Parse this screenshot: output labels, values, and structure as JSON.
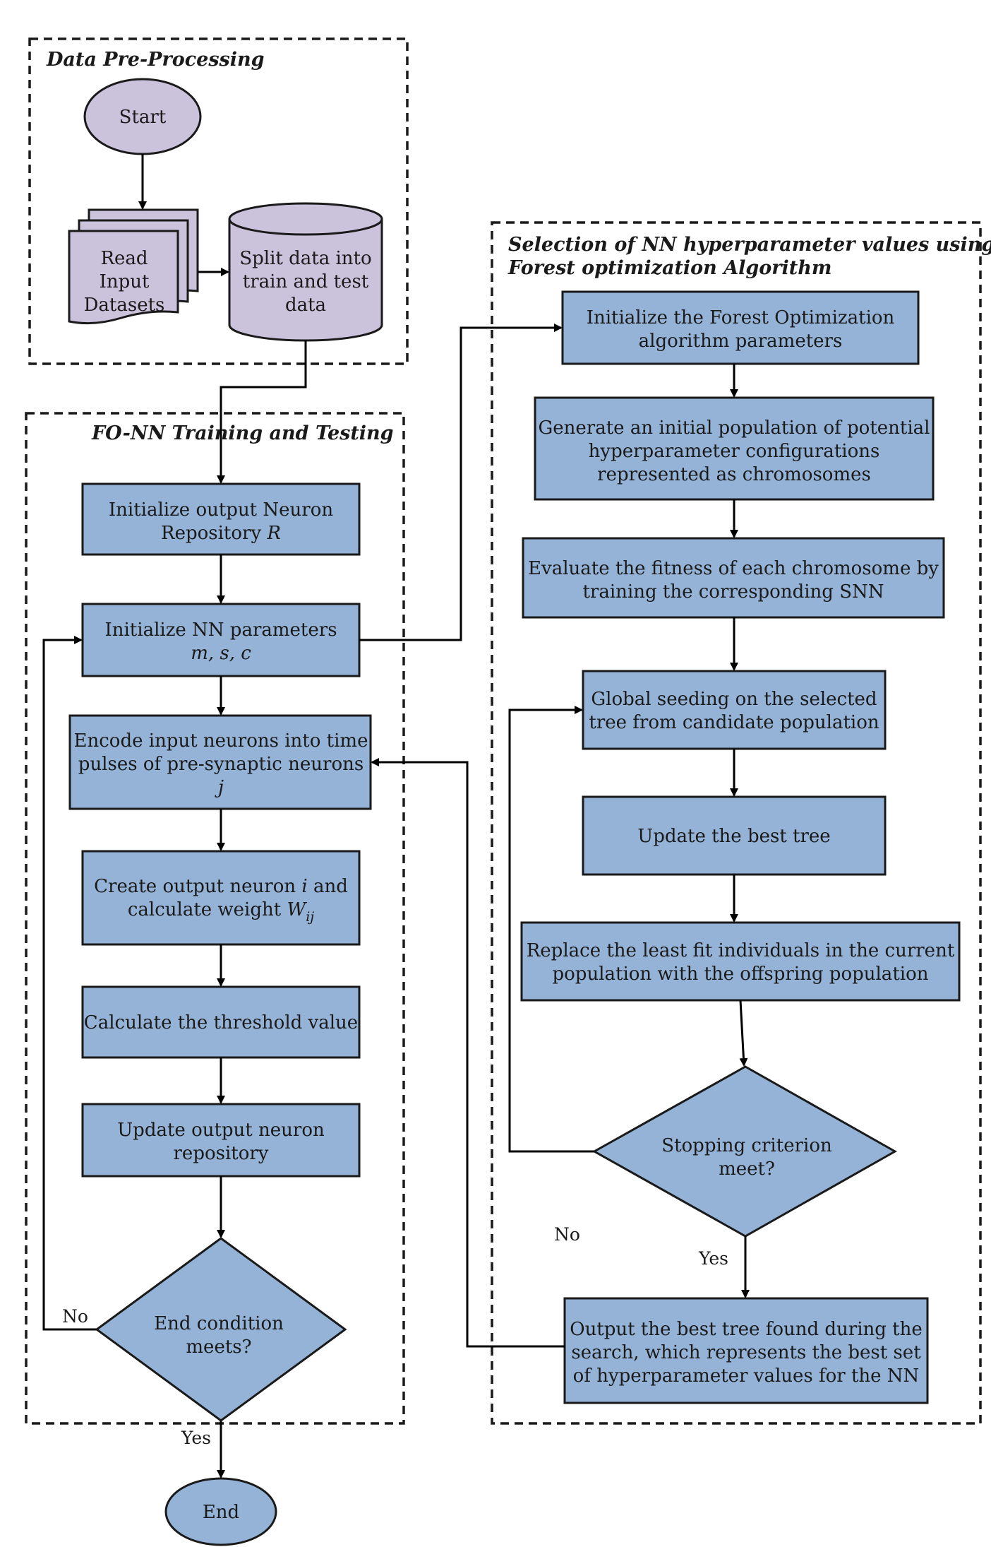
{
  "groups": {
    "preprocessing": "Data Pre-Processing",
    "training": "FO-NN Training and Testing",
    "selection_line1": "Selection of NN hyperparameter values using",
    "selection_line2": "Forest optimization Algorithm"
  },
  "preprocessing": {
    "start": "Start",
    "read_line1": "Read",
    "read_line2": "Input",
    "read_line3": "Datasets",
    "split_line1": "Split data into",
    "split_line2": "train and test",
    "split_line3": "data"
  },
  "training": {
    "init_repo_line1": "Initialize output Neuron",
    "init_repo_line2": "Repository",
    "init_repo_var": "R",
    "init_nn_line1": "Initialize NN parameters",
    "init_nn_line2": "m, s, c",
    "encode_line1": "Encode input neurons into time",
    "encode_line2": "pulses of pre-synaptic neurons",
    "encode_line3": "j",
    "create_line1_pre": "Create output neuron",
    "create_line1_var": "i",
    "create_line1_post": "and",
    "create_line2_pre": "calculate weight",
    "create_line2_var": "W",
    "create_line2_sub": "ij",
    "threshold": "Calculate the threshold value",
    "update_line1": "Update output neuron",
    "update_line2": "repository",
    "decision_line1": "End condition",
    "decision_line2": "meets?",
    "no_label": "No",
    "yes_label": "Yes",
    "end": "End"
  },
  "selection": {
    "init_fo_line1": "Initialize the Forest Optimization",
    "init_fo_line2": "algorithm parameters",
    "generate_line1": "Generate an initial population of potential",
    "generate_line2": "hyperparameter configurations",
    "generate_line3": "represented as chromosomes",
    "evaluate_line1": "Evaluate the fitness of each chromosome by",
    "evaluate_line2": "training the corresponding SNN",
    "seeding_line1": "Global seeding on the selected",
    "seeding_line2": "tree from candidate population",
    "update_best": "Update the best tree",
    "replace_line1": "Replace the least fit individuals in the current",
    "replace_line2": "population with the offspring population",
    "stop_line1": "Stopping criterion",
    "stop_line2": "meet?",
    "no_label": "No",
    "yes_label": "Yes",
    "output_line1": "Output the best tree found during the",
    "output_line2": "search, which represents the best set",
    "output_line3": "of hyperparameter values for the NN"
  },
  "colors": {
    "process_fill": "#94b3d7",
    "terminal_fill": "#cbc2dc",
    "stroke": "#1a1a1a"
  }
}
